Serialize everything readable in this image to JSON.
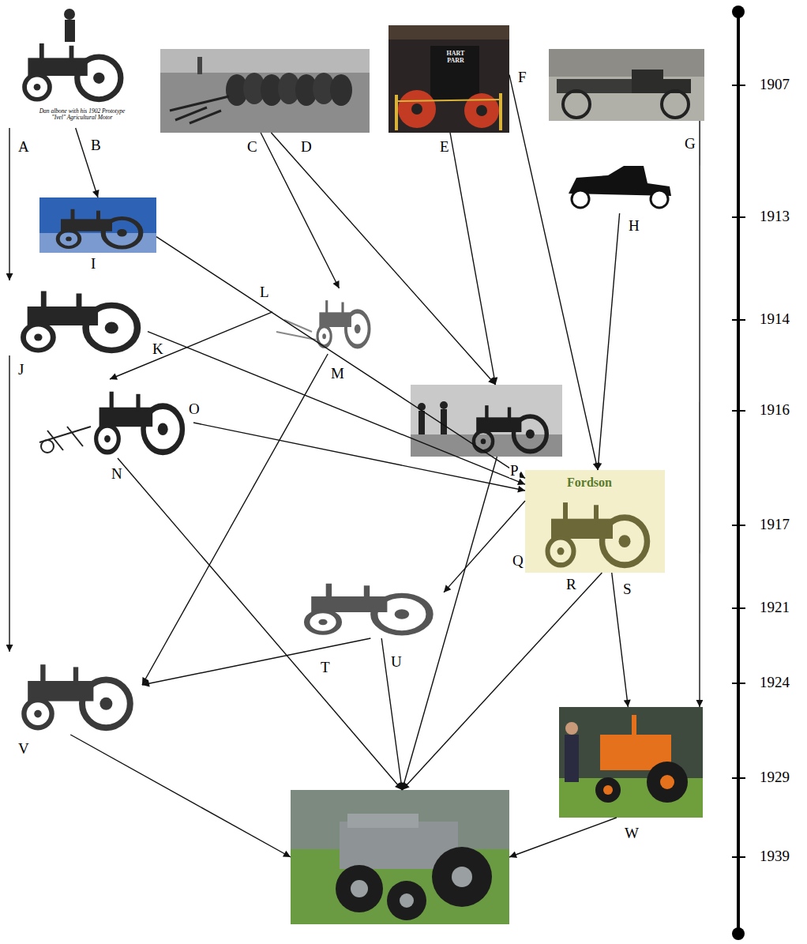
{
  "diagram": {
    "nodes": [
      {
        "text": [
          "A",
          "B"
        ]
      },
      {
        "text": [
          "C",
          "D"
        ]
      },
      {
        "text": [
          "E",
          "F"
        ]
      },
      {
        "text": [
          "G"
        ]
      },
      {
        "text": [
          "H"
        ]
      },
      {
        "text": [
          "I"
        ]
      },
      {
        "text": [
          "J",
          "K"
        ]
      },
      {
        "text": [
          "L",
          "M"
        ]
      },
      {
        "text": [
          "N",
          "O"
        ]
      },
      {
        "text": [
          "P"
        ]
      },
      {
        "text": [
          "Q",
          "R",
          "S"
        ]
      },
      {
        "text": [
          "T",
          "U"
        ]
      },
      {
        "text": [
          "V"
        ]
      },
      {
        "text": [
          "W"
        ]
      },
      {
        "text": []
      }
    ],
    "edges": [
      {
        "from": 0,
        "to": 6,
        "arrow": "to"
      },
      {
        "from": 0,
        "to": 5,
        "arrow": "to"
      },
      {
        "from": 1,
        "to": 7,
        "arrow": "to"
      },
      {
        "from": 1,
        "to": 9,
        "arrow": "to"
      },
      {
        "from": 2,
        "to": 9,
        "arrow": "to"
      },
      {
        "from": 2,
        "to": 10,
        "arrow": "to"
      },
      {
        "from": 3,
        "to": 13,
        "arrow": "to"
      },
      {
        "from": 4,
        "to": 10,
        "arrow": "to"
      },
      {
        "from": 5,
        "to": 10,
        "arrow": "to"
      },
      {
        "from": 6,
        "to": 12,
        "arrow": "to"
      },
      {
        "from": 6,
        "to": 10,
        "arrow": "to"
      },
      {
        "from": 7,
        "to": 8,
        "arrow": "to"
      },
      {
        "from": 7,
        "to": 12,
        "arrow": "to"
      },
      {
        "from": 8,
        "to": 14,
        "arrow": "to"
      },
      {
        "from": 8,
        "to": 10,
        "arrow": "to"
      },
      {
        "from": 9,
        "to": 14,
        "arrow": "to"
      },
      {
        "from": 10,
        "to": 11,
        "arrow": "to"
      },
      {
        "from": 10,
        "to": 14,
        "arrow": "to"
      },
      {
        "from": 10,
        "to": 13,
        "arrow": "to"
      },
      {
        "from": 11,
        "to": 12,
        "arrow": "to"
      },
      {
        "from": 11,
        "to": 14,
        "arrow": "to"
      },
      {
        "from": 12,
        "to": 14,
        "arrow": "to"
      },
      {
        "from": 13,
        "to": 14,
        "arrow": "to"
      }
    ],
    "labels": [
      "Dan albone with his 1902 Prototype \"Ivel\" Agricultural Motor",
      "HART PARR",
      "Fordson",
      "1907",
      "1913",
      "1914",
      "1916",
      "1917",
      "1921",
      "1924",
      "1929",
      "1939"
    ]
  }
}
